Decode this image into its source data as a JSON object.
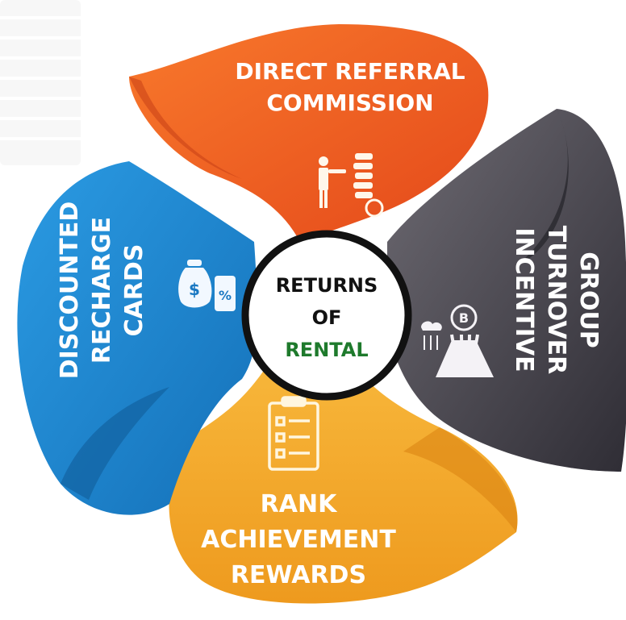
{
  "center": {
    "line1": "RETURNS",
    "line2": "OF",
    "line3": "RENTAL",
    "accent_color": "#1e7a2c"
  },
  "petals": {
    "top": {
      "line1": "DIRECT REFERRAL",
      "line2": "COMMISSION",
      "color": "#ec5a1f",
      "icon": "person-pointing-coins-icon"
    },
    "right": {
      "line1": "GROUP",
      "line2": "TURNOVER",
      "line3": "INCENTIVE",
      "color": "#3c3a44",
      "icon": "bitcoin-fountain-icon"
    },
    "bottom": {
      "line1": "RANK",
      "line2": "ACHIEVEMENT",
      "line3": "REWARDS",
      "color": "#f3a527",
      "icon": "clipboard-checklist-icon"
    },
    "left": {
      "line1": "DISCOUNTED",
      "line2": "RECHARGE",
      "line3": "CARDS",
      "color": "#1c86d3",
      "icon": "money-bag-discount-icon"
    }
  }
}
